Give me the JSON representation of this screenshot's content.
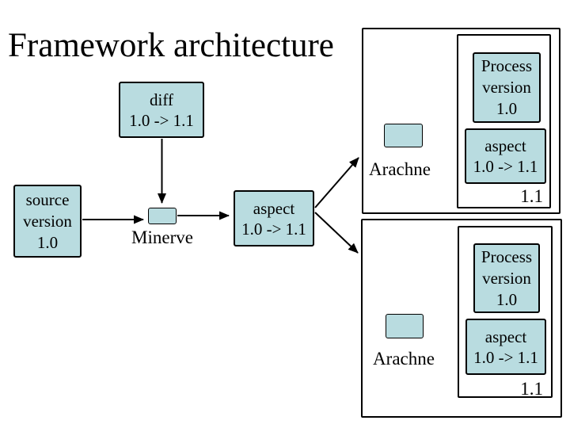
{
  "slide": {
    "title": "Framework architecture"
  },
  "colors": {
    "background": "#ffffff",
    "box_fill": "#b9dce0",
    "box_border": "#000000",
    "text": "#000000",
    "line": "#000000"
  },
  "diagram": {
    "diff_box": {
      "lines": [
        "diff",
        "1.0 -> 1.1"
      ]
    },
    "source_box": {
      "lines": [
        "source",
        "version",
        "1.0"
      ]
    },
    "minerve": {
      "label": "Minerve"
    },
    "aspect_box": {
      "lines": [
        "aspect",
        "1.0 -> 1.1"
      ]
    },
    "groups": [
      {
        "tool_label": "Arachne",
        "process_box": {
          "lines": [
            "Process",
            "version",
            "1.0"
          ]
        },
        "aspect_box": {
          "lines": [
            "aspect",
            "1.0 -> 1.1"
          ]
        },
        "result_version": "1.1"
      },
      {
        "tool_label": "Arachne",
        "process_box": {
          "lines": [
            "Process",
            "version",
            "1.0"
          ]
        },
        "aspect_box": {
          "lines": [
            "aspect",
            "1.0 -> 1.1"
          ]
        },
        "result_version": "1.1"
      }
    ]
  }
}
